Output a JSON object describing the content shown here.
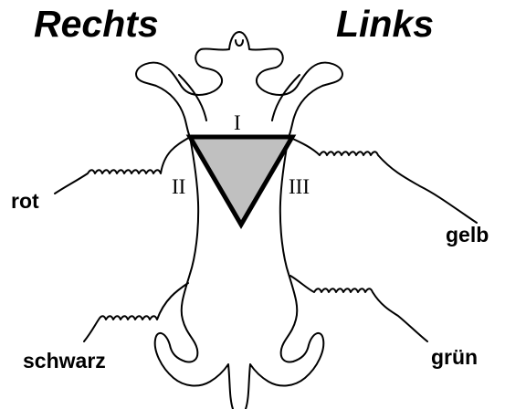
{
  "sides": {
    "right": "Rechts",
    "left": "Links"
  },
  "leads": {
    "i": "I",
    "ii": "II",
    "iii": "III"
  },
  "electrodes": {
    "red": "rot",
    "yellow": "gelb",
    "black": "schwarz",
    "green": "grün"
  },
  "colors": {
    "ink": "#000000",
    "triangle_fill": "#c0c0c0",
    "background": "#ffffff"
  }
}
